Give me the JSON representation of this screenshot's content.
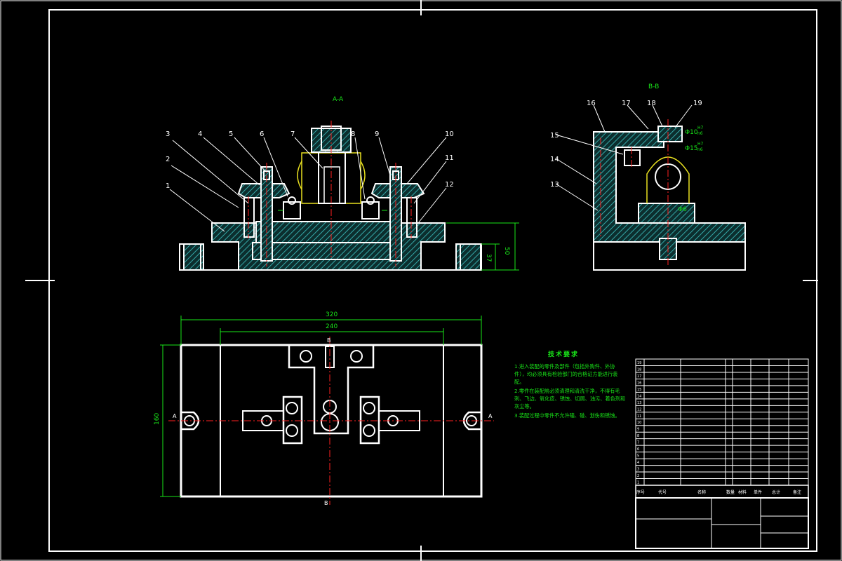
{
  "views": {
    "section_aa": "A-A",
    "section_bb": "B-B",
    "plan_a_left": "A",
    "plan_a_right": "A",
    "plan_b_top": "B",
    "plan_b_bottom": "B"
  },
  "callouts_aa": [
    "1",
    "2",
    "3",
    "4",
    "5",
    "6",
    "7",
    "8",
    "9",
    "10",
    "11",
    "12"
  ],
  "callouts_bb": [
    "13",
    "14",
    "15",
    "16",
    "17",
    "18",
    "19"
  ],
  "dimensions": {
    "overall_length": "320",
    "inner_length": "240",
    "height_160": "160",
    "height_50": "50",
    "height_37": "37",
    "dia_10": "Φ10",
    "dia_15": "Φ15",
    "dia_6": "Φ6",
    "fit_10_top": "H7",
    "fit_10_bottom": "n6",
    "fit_15_top": "H7",
    "fit_15_bottom": "n6"
  },
  "tech_requirements": {
    "title": "技术要求",
    "items": [
      "1.进入装配的零件及部件（包括外购件、外协件），均必须具有检验部门的合格证方能进行装配。",
      "2.零件在装配前必须清理和清洗干净，不得有毛刺、飞边、氧化皮、锈蚀、切屑、油污、着色剂和灰尘等。",
      "3.装配过程中零件不允许磕、碰、划伤和锈蚀。"
    ]
  },
  "bom": {
    "header": [
      "序号",
      "代号",
      "名称",
      "数量",
      "材料",
      "单件",
      "总计",
      "备注"
    ],
    "row_numbers": [
      "19",
      "18",
      "17",
      "16",
      "15",
      "14",
      "13",
      "12",
      "11",
      "10",
      "9",
      "8",
      "7",
      "6",
      "5",
      "4",
      "3",
      "2",
      "1"
    ]
  },
  "colors": {
    "background": "#000000",
    "outline": "#ffffff",
    "hatch": "#2a9a9a",
    "center_line": "#ff2020",
    "dimension": "#19e619",
    "leader": "#ffffff",
    "part_yellow": "#e8e020"
  }
}
